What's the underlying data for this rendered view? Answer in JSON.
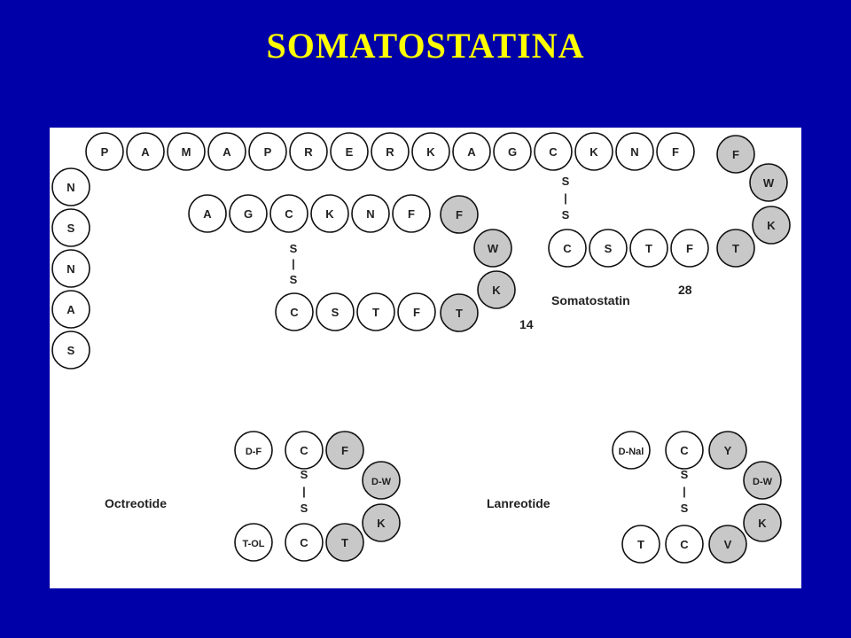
{
  "title": "SOMATOSTATINA",
  "colors": {
    "background": "#0000a8",
    "title": "#ffff00",
    "panel": "#ffffff",
    "bead_white": "#ffffff",
    "bead_grey": "#c8c8c8"
  },
  "somatostatin28": {
    "label": "Somatostatin",
    "number": "28",
    "top_row": [
      "P",
      "A",
      "M",
      "A",
      "P",
      "R",
      "E",
      "R",
      "K",
      "A",
      "G",
      "C",
      "K",
      "N",
      "F"
    ],
    "left_column": [
      "N",
      "S",
      "N",
      "A",
      "S"
    ],
    "turn": [
      "F",
      "W",
      "K",
      "T"
    ],
    "bottom_row": [
      "C",
      "S",
      "T",
      "F"
    ],
    "bridge": [
      "S",
      "|",
      "S"
    ]
  },
  "somatostatin14": {
    "number": "14",
    "top_row": [
      "A",
      "G",
      "C",
      "K",
      "N",
      "F"
    ],
    "turn": [
      "F",
      "W",
      "K",
      "T"
    ],
    "bottom_row": [
      "C",
      "S",
      "T",
      "F"
    ],
    "bridge": [
      "S",
      "|",
      "S"
    ]
  },
  "octreotide": {
    "label": "Octreotide",
    "top_row": [
      "D-F",
      "C",
      "F"
    ],
    "turn": [
      "D-W",
      "K"
    ],
    "bottom_row": [
      "T-OL",
      "C",
      "T"
    ],
    "bridge": [
      "S",
      "|",
      "S"
    ]
  },
  "lanreotide": {
    "label": "Lanreotide",
    "top_row": [
      "D-Nal",
      "C",
      "Y"
    ],
    "turn": [
      "D-W",
      "K"
    ],
    "bottom_row": [
      "T",
      "C",
      "V"
    ],
    "bridge": [
      "S",
      "|",
      "S"
    ]
  }
}
